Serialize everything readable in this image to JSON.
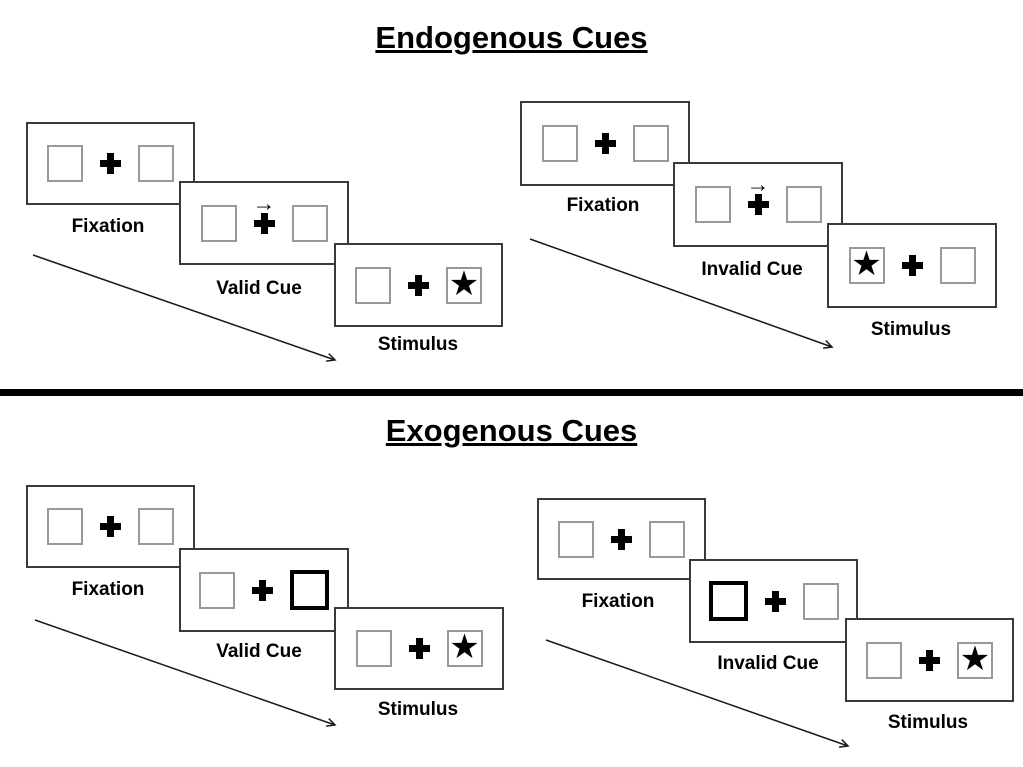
{
  "titles": {
    "endogenous": "Endogenous Cues",
    "exogenous": "Exogenous Cues"
  },
  "labels": {
    "fixation": "Fixation",
    "valid_cue": "Valid Cue",
    "invalid_cue": "Invalid Cue",
    "stimulus": "Stimulus"
  },
  "symbols": {
    "star": "★",
    "cue_arrow": "→"
  },
  "colors": {
    "ink": "#000000",
    "box_border": "#999999"
  },
  "structure": {
    "endogenous_valid": {
      "cue_type": "central-arrow",
      "cue_direction": "right",
      "target_side": "right"
    },
    "endogenous_invalid": {
      "cue_type": "central-arrow",
      "cue_direction": "right",
      "target_side": "left"
    },
    "exogenous_valid": {
      "cue_type": "bold-box",
      "cue_side": "right",
      "target_side": "right"
    },
    "exogenous_invalid": {
      "cue_type": "bold-box",
      "cue_side": "left",
      "target_side": "right"
    }
  }
}
